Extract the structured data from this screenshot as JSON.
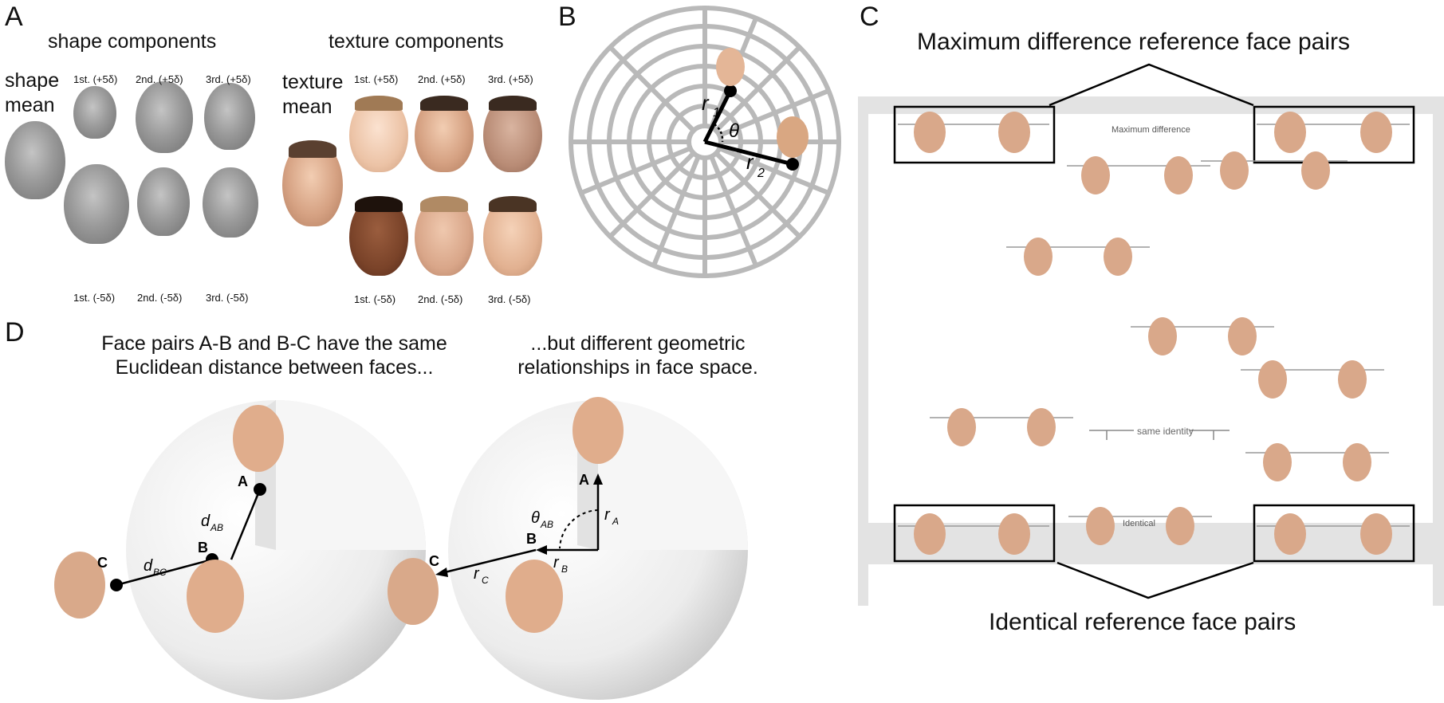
{
  "panel_a": {
    "letter": "A",
    "shape_title": "shape components",
    "texture_title": "texture components",
    "shape_mean_label": [
      "shape",
      "mean"
    ],
    "texture_mean_label": [
      "texture",
      "mean"
    ],
    "shape_top_labels": [
      "1st. (+5δ)",
      "2nd. (+5δ)",
      "3rd. (+5δ)"
    ],
    "shape_bottom_labels": [
      "1st. (-5δ)",
      "2nd. (-5δ)",
      "3rd. (-5δ)"
    ],
    "texture_top_labels": [
      "1st. (+5δ)",
      "2nd. (+5δ)",
      "3rd. (+5δ)"
    ],
    "texture_bottom_labels": [
      "1st. (-5δ)",
      "2nd. (-5δ)",
      "3rd. (-5δ)"
    ]
  },
  "panel_b": {
    "letter": "B",
    "r1": "r",
    "r1_sub": "1",
    "r2": "r",
    "r2_sub": "2",
    "theta": "θ"
  },
  "panel_c": {
    "letter": "C",
    "top_title": "Maximum difference reference face pairs",
    "bottom_title": "Identical reference face pairs",
    "max_diff_text": "Maximum difference",
    "same_identity_text": "same identity",
    "identical_text": "Identical"
  },
  "panel_d": {
    "letter": "D",
    "left_caption": [
      "Face pairs A-B and B-C have the same",
      "Euclidean distance between faces..."
    ],
    "right_caption": [
      "...but different geometric",
      "relationships in face space."
    ],
    "point_a": "A",
    "point_b": "B",
    "point_c": "C",
    "d_ab": "d",
    "d_ab_sub": "AB",
    "d_bc": "d",
    "d_bc_sub": "BC",
    "theta_ab": "θ",
    "theta_ab_sub": "AB",
    "r_a": "r",
    "r_a_sub": "A",
    "r_b": "r",
    "r_b_sub": "B",
    "r_c": "r",
    "r_c_sub": "C"
  }
}
